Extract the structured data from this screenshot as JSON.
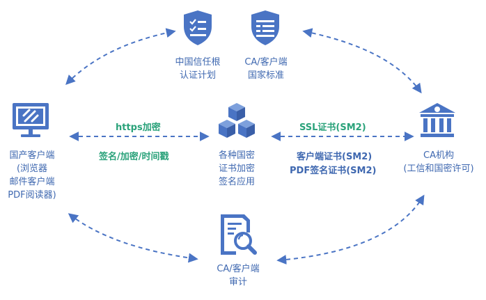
{
  "nodes": {
    "root_program": {
      "label_lines": [
        "中国信任根",
        "认证计划"
      ],
      "icon": "shield-checklist-icon"
    },
    "national_standard": {
      "label_lines": [
        "CA/客户端",
        "国家标准"
      ],
      "icon": "shield-document-icon"
    },
    "domestic_client": {
      "label_lines": [
        "国产客户端",
        "(浏览器",
        "邮件客户端",
        "PDF阅读器)"
      ],
      "icon": "monitor-icon"
    },
    "algorithms": {
      "label_lines": [
        "各种国密",
        "证书加密",
        "签名应用"
      ],
      "icon": "cubes-icon"
    },
    "ca_authority": {
      "label_lines": [
        "CA机构",
        "(工信和国密许可)"
      ],
      "icon": "bank-building-icon"
    },
    "audit": {
      "label_lines": [
        "CA/客户端",
        "审计"
      ],
      "icon": "audit-magnifier-icon"
    }
  },
  "edge_labels": {
    "left_top": "https",
    "left_top_suffix": "加密",
    "left_bottom": "签名/加密/时间戳",
    "right_top": "SSL证书(SM2)",
    "right_bottom_1": "客户端证书(SM2)",
    "right_bottom_2": "PDF签名证书(SM2)"
  },
  "colors": {
    "primary": "#4a74c4",
    "label_blue": "#3f68b0",
    "label_green": "#2aa27a"
  }
}
